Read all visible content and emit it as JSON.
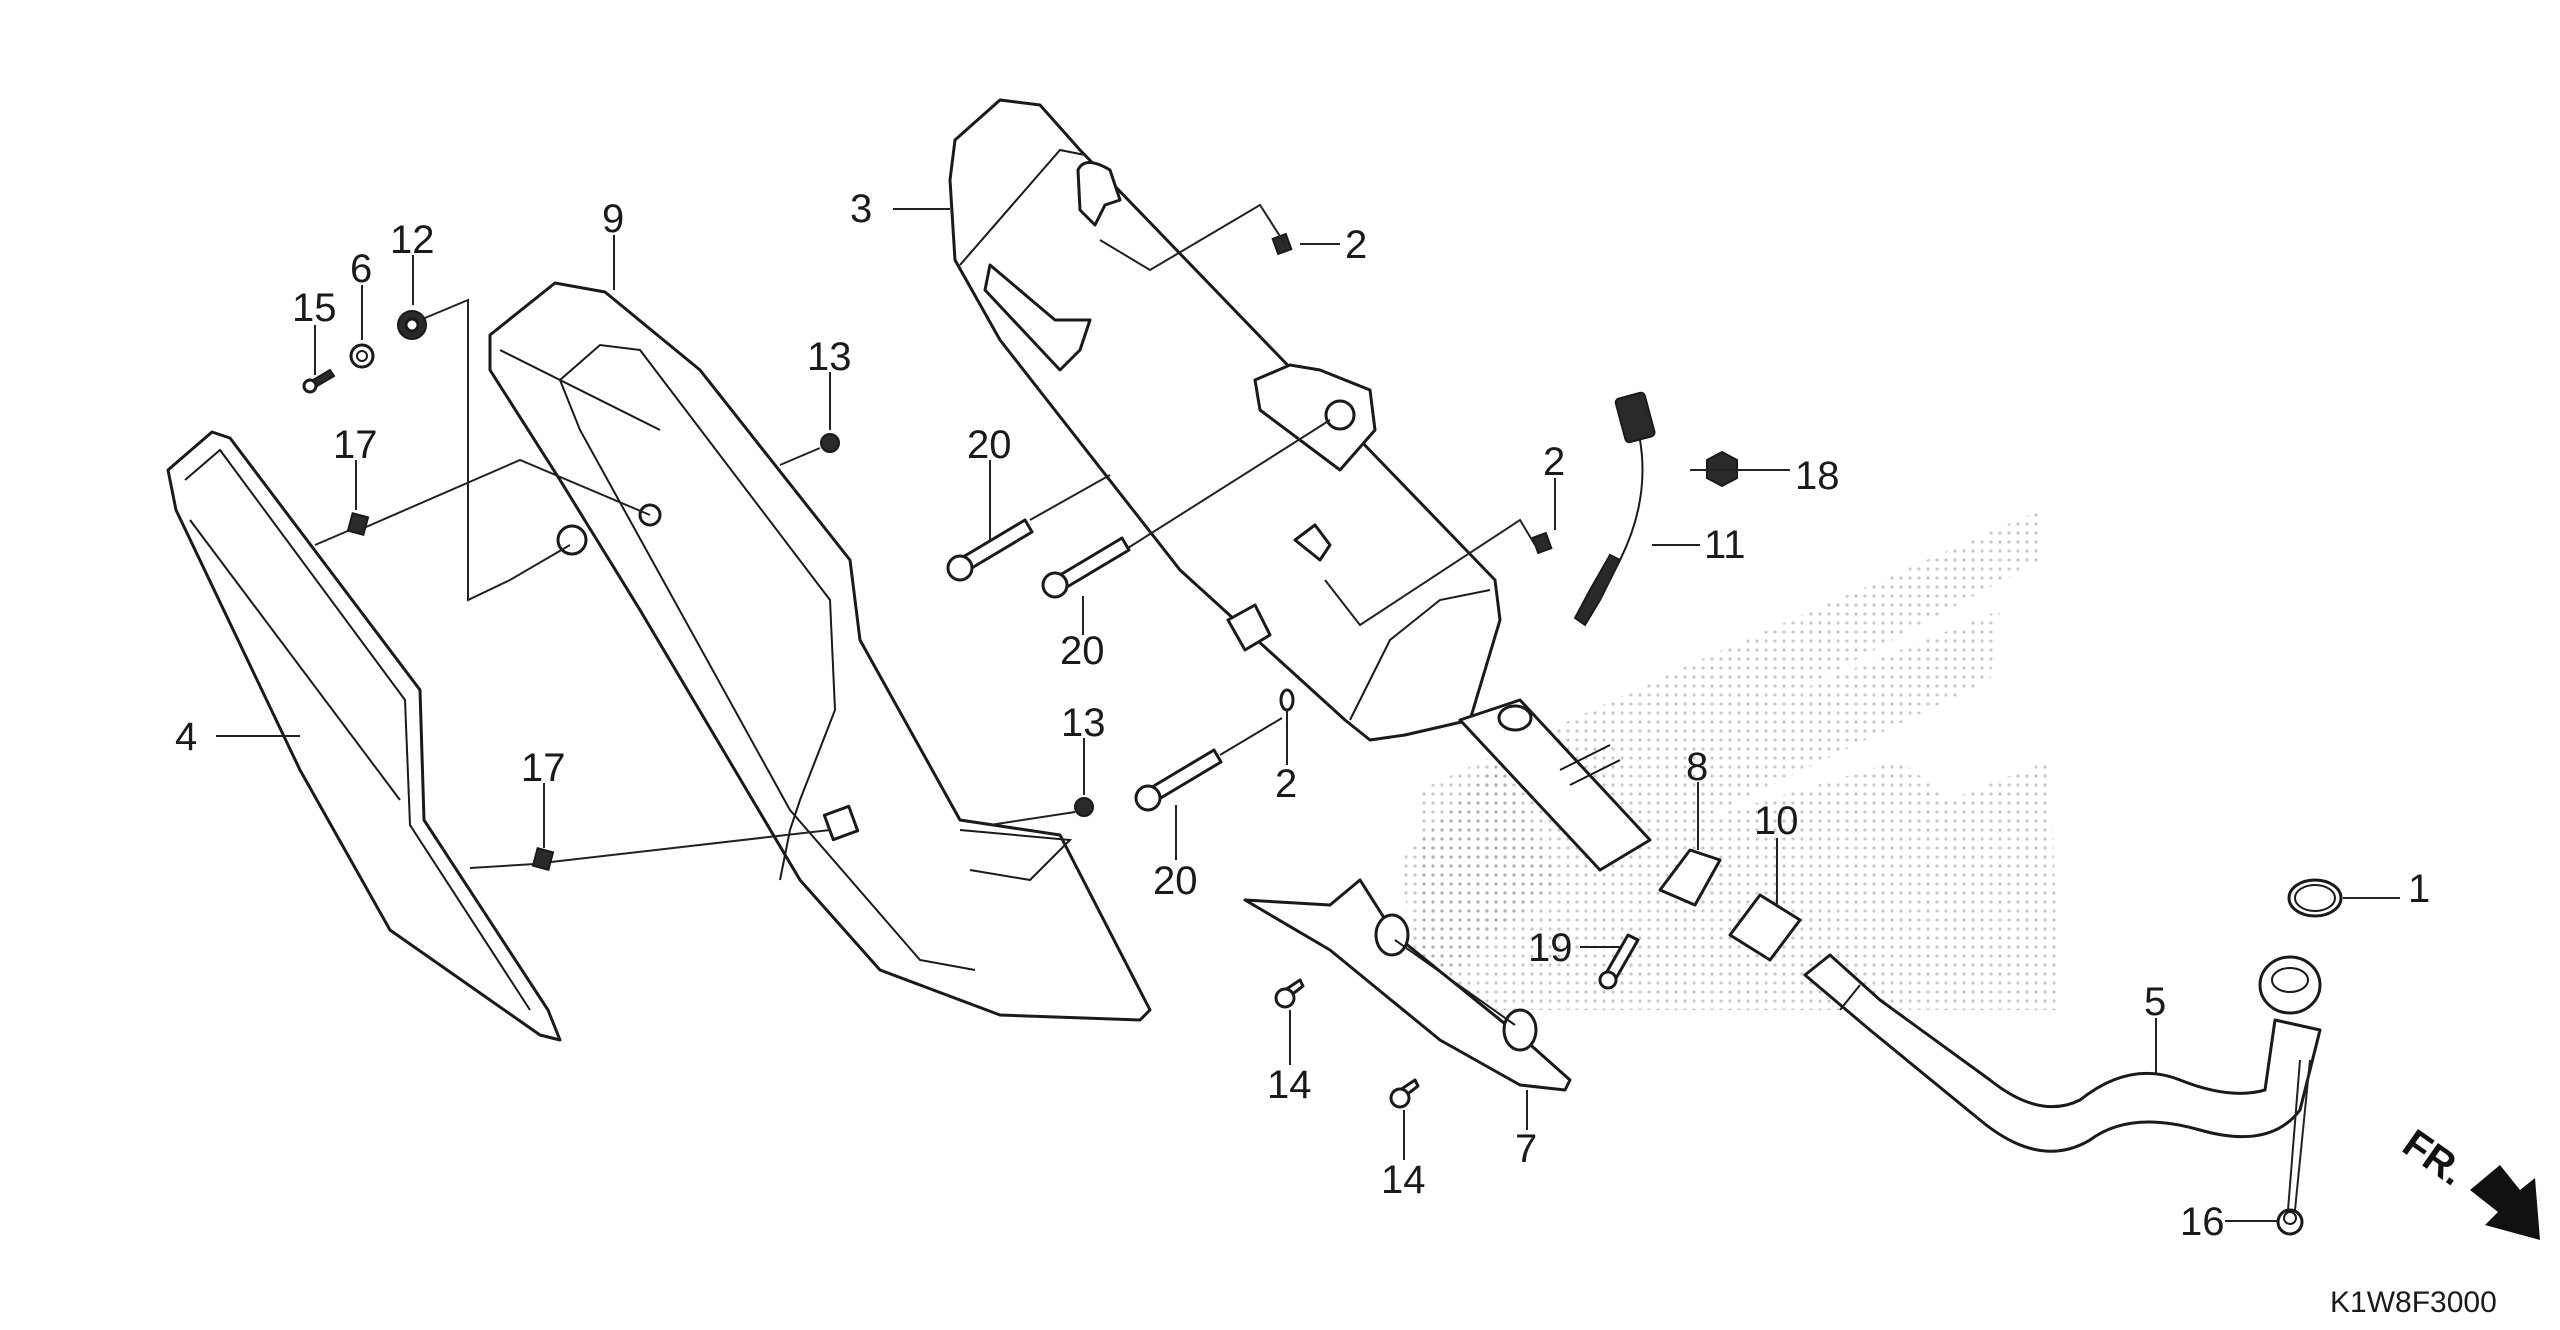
{
  "diagram": {
    "title": "Exhaust Muffler Parts Diagram",
    "code": "K1W8F3000",
    "direction_label": "FR.",
    "line_color": "#1a1a1a",
    "background_color": "#ffffff",
    "callouts": [
      {
        "id": "c1",
        "number": "1",
        "part": "gasket-ring"
      },
      {
        "id": "c2a",
        "number": "2",
        "part": "nut-clip-upper"
      },
      {
        "id": "c2b",
        "number": "2",
        "part": "nut-clip-middle"
      },
      {
        "id": "c2c",
        "number": "2",
        "part": "nut-clip-lower"
      },
      {
        "id": "c3",
        "number": "3",
        "part": "muffler"
      },
      {
        "id": "c4",
        "number": "4",
        "part": "outer-muffler-cover"
      },
      {
        "id": "c5",
        "number": "5",
        "part": "exhaust-pipe"
      },
      {
        "id": "c6",
        "number": "6",
        "part": "washer"
      },
      {
        "id": "c7",
        "number": "7",
        "part": "pipe-protector"
      },
      {
        "id": "c8",
        "number": "8",
        "part": "band"
      },
      {
        "id": "c9",
        "number": "9",
        "part": "inner-muffler-cover"
      },
      {
        "id": "c10",
        "number": "10",
        "part": "joint-gasket"
      },
      {
        "id": "c11",
        "number": "11",
        "part": "o2-sensor"
      },
      {
        "id": "c12",
        "number": "12",
        "part": "rubber-grommet"
      },
      {
        "id": "c13a",
        "number": "13",
        "part": "screw-upper"
      },
      {
        "id": "c13b",
        "number": "13",
        "part": "screw-lower"
      },
      {
        "id": "c14a",
        "number": "14",
        "part": "bolt-left"
      },
      {
        "id": "c14b",
        "number": "14",
        "part": "bolt-right"
      },
      {
        "id": "c15",
        "number": "15",
        "part": "small-screw"
      },
      {
        "id": "c16",
        "number": "16",
        "part": "cap-nut"
      },
      {
        "id": "c17a",
        "number": "17",
        "part": "clip-nut-upper"
      },
      {
        "id": "c17b",
        "number": "17",
        "part": "clip-nut-lower"
      },
      {
        "id": "c18",
        "number": "18",
        "part": "hex-nut"
      },
      {
        "id": "c19",
        "number": "19",
        "part": "band-bolt"
      },
      {
        "id": "c20a",
        "number": "20",
        "part": "flange-bolt-upper"
      },
      {
        "id": "c20b",
        "number": "20",
        "part": "flange-bolt-middle"
      },
      {
        "id": "c20c",
        "number": "20",
        "part": "flange-bolt-lower"
      }
    ]
  }
}
